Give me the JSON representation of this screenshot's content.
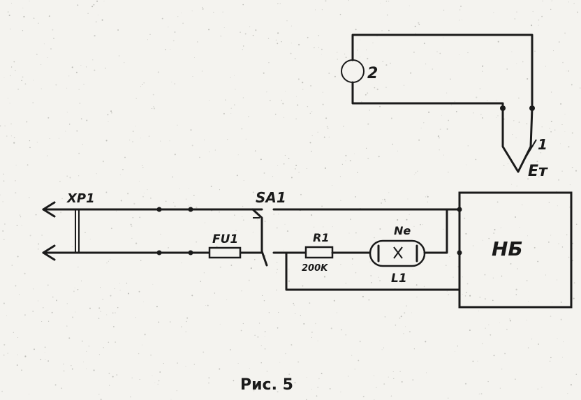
{
  "labels": {
    "connector": "XP1",
    "switch": "SA1",
    "fuse": "FU1",
    "resistor": "R1",
    "resistor_value": "200K",
    "lamp_gas": "Ne",
    "lamp": "L1",
    "meter": "2",
    "thermocouple_mark": "1",
    "emf": "Eт",
    "unit": "НБ"
  },
  "caption": "Рис. 5"
}
